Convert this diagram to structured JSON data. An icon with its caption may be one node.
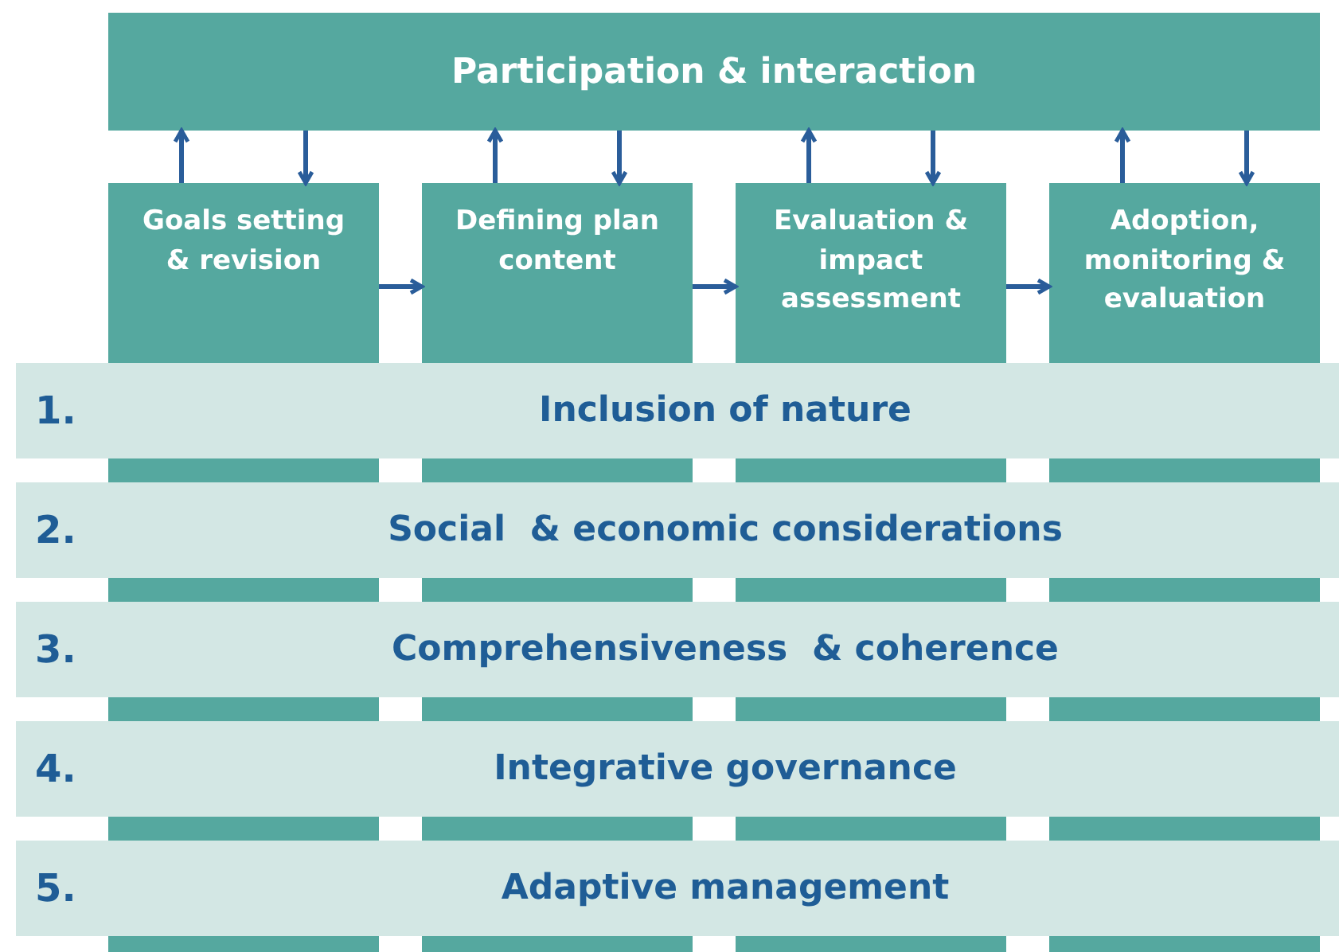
{
  "diagram": {
    "nodes": [
      {
        "text": [
          "Participation & interaction"
        ]
      },
      {
        "text": [
          "Goals setting & revision"
        ]
      },
      {
        "text": [
          "Defining plan content"
        ]
      },
      {
        "text": [
          "Evaluation & impact assessment"
        ]
      },
      {
        "text": [
          "Adoption, monitoring & evaluation"
        ]
      },
      {
        "text": [
          "1.",
          "Inclusion of nature"
        ]
      },
      {
        "text": [
          "2.",
          "Social  & economic considerations"
        ]
      },
      {
        "text": [
          "3.",
          "Comprehensiveness  & coherence"
        ]
      },
      {
        "text": [
          "4.",
          "Integrative governance"
        ]
      },
      {
        "text": [
          "5.",
          "Adaptive management"
        ]
      }
    ],
    "edges": [
      {
        "from": 1,
        "to": 0,
        "arrow": "to"
      },
      {
        "from": 0,
        "to": 1,
        "arrow": "to"
      },
      {
        "from": 2,
        "to": 0,
        "arrow": "to"
      },
      {
        "from": 0,
        "to": 2,
        "arrow": "to"
      },
      {
        "from": 3,
        "to": 0,
        "arrow": "to"
      },
      {
        "from": 0,
        "to": 3,
        "arrow": "to"
      },
      {
        "from": 4,
        "to": 0,
        "arrow": "to"
      },
      {
        "from": 0,
        "to": 4,
        "arrow": "to"
      },
      {
        "from": 1,
        "to": 2,
        "arrow": "to"
      },
      {
        "from": 2,
        "to": 3,
        "arrow": "to"
      },
      {
        "from": 3,
        "to": 4,
        "arrow": "to"
      }
    ]
  }
}
